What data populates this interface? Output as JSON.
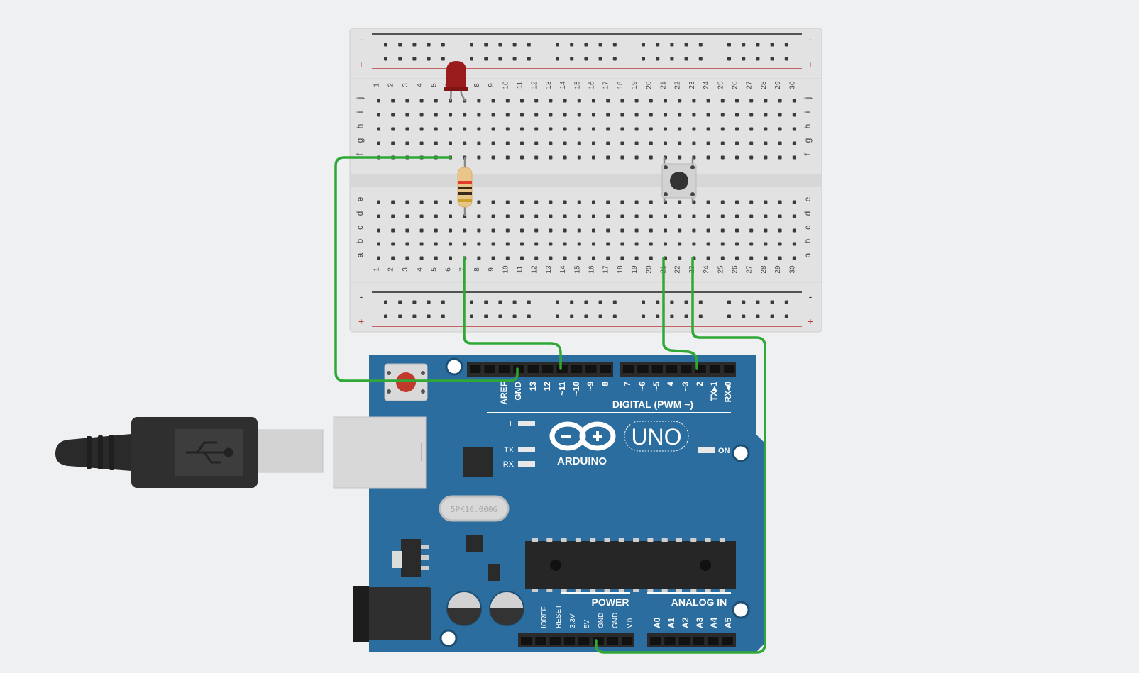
{
  "breadboard": {
    "rail_minus": "-",
    "rail_plus": "+",
    "column_numbers": [
      "1",
      "2",
      "3",
      "4",
      "5",
      "6",
      "7",
      "8",
      "9",
      "10",
      "11",
      "12",
      "13",
      "14",
      "15",
      "16",
      "17",
      "18",
      "19",
      "20",
      "21",
      "22",
      "23",
      "24",
      "25",
      "26",
      "27",
      "28",
      "29",
      "30"
    ],
    "rows_top": [
      "j",
      "i",
      "h",
      "g",
      "f"
    ],
    "rows_bottom": [
      "e",
      "d",
      "c",
      "b",
      "a"
    ]
  },
  "arduino": {
    "logo_text": "ARDUINO",
    "model": "UNO",
    "on_label": "ON",
    "l_label": "L",
    "tx_label": "TX",
    "rx_label": "RX",
    "crystal_label": "5PK16.000G",
    "digital_header_label": "DIGITAL (PWM ~)",
    "digital_pins": [
      "AREF",
      "GND",
      "13",
      "12",
      "~11",
      "~10",
      "~9",
      "8",
      "7",
      "~6",
      "~5",
      "4",
      "~3",
      "2",
      "TX▸1",
      "RX◂0"
    ],
    "power_header_label": "POWER",
    "power_pins": [
      "IOREF",
      "RESET",
      "3.3V",
      "5V",
      "GND",
      "GND",
      "Vin"
    ],
    "analog_header_label": "ANALOG IN",
    "analog_pins": [
      "A0",
      "A1",
      "A2",
      "A3",
      "A4",
      "A5"
    ]
  },
  "components": {
    "led_color": "#9b1c1c",
    "resistor_bands": [
      "#e23b2e",
      "#e23b2e",
      "#3a2a1a",
      "#c9a227"
    ],
    "button_color": "#333333"
  },
  "colors": {
    "wire": "#2fa835",
    "board_blue": "#2b6d9e",
    "breadboard": "#e4e4e4",
    "rail_red": "#c0392b"
  }
}
